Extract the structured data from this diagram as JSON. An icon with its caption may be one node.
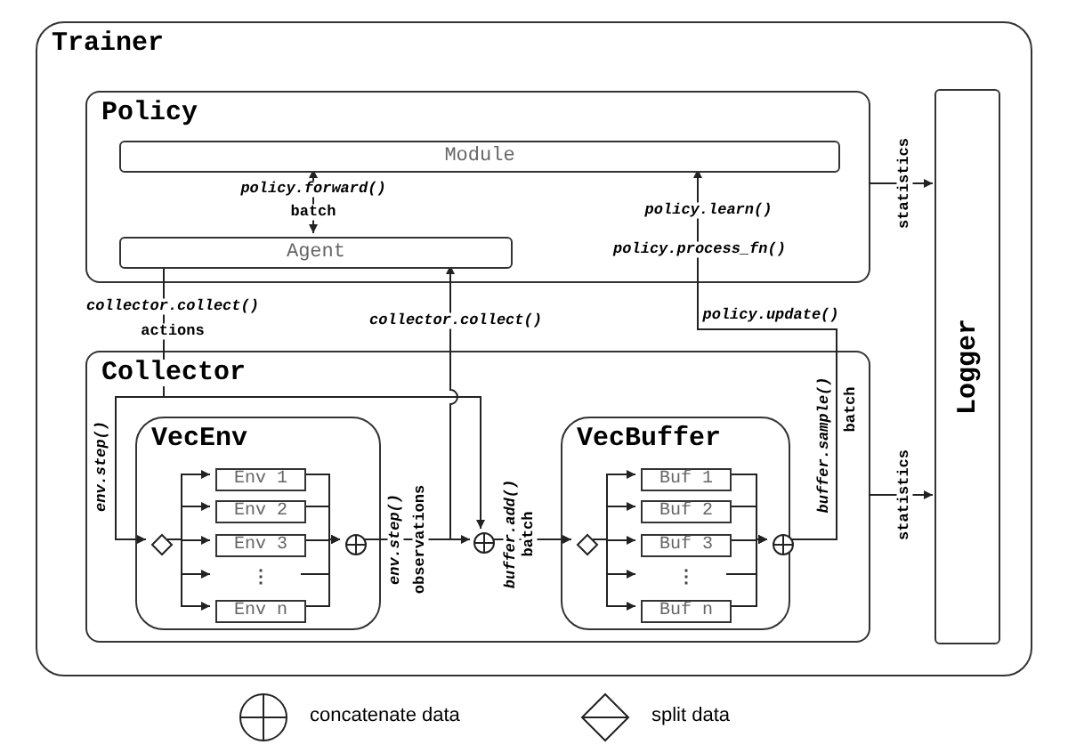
{
  "diagram": {
    "nodes": [
      {
        "text": [
          "Trainer"
        ]
      },
      {
        "text": [
          "Policy"
        ],
        "in": 0
      },
      {
        "text": [
          "Module"
        ],
        "in": 1
      },
      {
        "text": [
          "Agent"
        ],
        "in": 1
      },
      {
        "text": [
          "Logger"
        ],
        "in": 0
      },
      {
        "text": [
          "Collector"
        ],
        "in": 0
      },
      {
        "text": [
          "VecEnv"
        ],
        "in": 5
      },
      {
        "text": [],
        "shape": "diamond",
        "in": 6
      },
      {
        "text": [
          "Env 1"
        ],
        "in": 6
      },
      {
        "text": [
          "Env 2"
        ],
        "in": 6
      },
      {
        "text": [
          "Env 3"
        ],
        "in": 6
      },
      {
        "text": [
          "⋮"
        ],
        "in": 6
      },
      {
        "text": [
          "Env n"
        ],
        "in": 6
      },
      {
        "text": [],
        "shape": "circle",
        "in": 6
      },
      {
        "text": [],
        "shape": "circle",
        "in": 5
      },
      {
        "text": [
          "VecBuffer"
        ],
        "in": 5
      },
      {
        "text": [],
        "shape": "diamond",
        "in": 15
      },
      {
        "text": [
          "Buf 1"
        ],
        "in": 15
      },
      {
        "text": [
          "Buf 2"
        ],
        "in": 15
      },
      {
        "text": [
          "Buf 3"
        ],
        "in": 15
      },
      {
        "text": [
          "⋮"
        ],
        "in": 15
      },
      {
        "text": [
          "Buf n"
        ],
        "in": 15
      },
      {
        "text": [],
        "shape": "circle",
        "in": 15
      }
    ],
    "edges": [
      {
        "from": 2,
        "to": 3,
        "arrow": "both",
        "label": "policy.forward()"
      },
      {
        "from": 3,
        "to": 7,
        "arrow": "to",
        "label": "collector.collect()"
      },
      {
        "from": 3,
        "to": 14,
        "arrow": "to"
      },
      {
        "from": 13,
        "to": 3,
        "arrow": "to",
        "label": "collector.collect()"
      },
      {
        "from": 13,
        "to": 14,
        "arrow": "to",
        "label": "env.step()"
      },
      {
        "from": 14,
        "to": 16,
        "arrow": "to",
        "label": "buffer.add()"
      },
      {
        "from": 22,
        "to": 2,
        "arrow": "to",
        "label": "buffer.sample()"
      },
      {
        "from": 1,
        "to": 4,
        "arrow": "to",
        "label": "statistics"
      },
      {
        "from": 5,
        "to": 4,
        "arrow": "to",
        "label": "statistics"
      },
      {
        "from": 7,
        "to": 8,
        "arrow": "to"
      },
      {
        "from": 7,
        "to": 9,
        "arrow": "to"
      },
      {
        "from": 7,
        "to": 10,
        "arrow": "to"
      },
      {
        "from": 7,
        "to": 11,
        "arrow": "to"
      },
      {
        "from": 7,
        "to": 12,
        "arrow": "to"
      },
      {
        "from": 8,
        "to": 13,
        "arrow": "to"
      },
      {
        "from": 9,
        "to": 13,
        "arrow": "to"
      },
      {
        "from": 10,
        "to": 13,
        "arrow": "to"
      },
      {
        "from": 11,
        "to": 13,
        "arrow": "to"
      },
      {
        "from": 12,
        "to": 13,
        "arrow": "to"
      },
      {
        "from": 16,
        "to": 17,
        "arrow": "to"
      },
      {
        "from": 16,
        "to": 18,
        "arrow": "to"
      },
      {
        "from": 16,
        "to": 19,
        "arrow": "to"
      },
      {
        "from": 16,
        "to": 20,
        "arrow": "to"
      },
      {
        "from": 16,
        "to": 21,
        "arrow": "to"
      },
      {
        "from": 17,
        "to": 22,
        "arrow": "to"
      },
      {
        "from": 18,
        "to": 22,
        "arrow": "to"
      },
      {
        "from": 19,
        "to": 22,
        "arrow": "to"
      },
      {
        "from": 20,
        "to": 22,
        "arrow": "to"
      },
      {
        "from": 21,
        "to": 22,
        "arrow": "to"
      }
    ],
    "labels": [
      "batch",
      "policy.learn()",
      "policy.process_fn()",
      "actions",
      "policy.update()",
      "env.step()",
      "observations",
      "batch",
      "batch"
    ],
    "legend": [
      {
        "text": "concatenate data"
      },
      {
        "text": "split data"
      }
    ]
  }
}
